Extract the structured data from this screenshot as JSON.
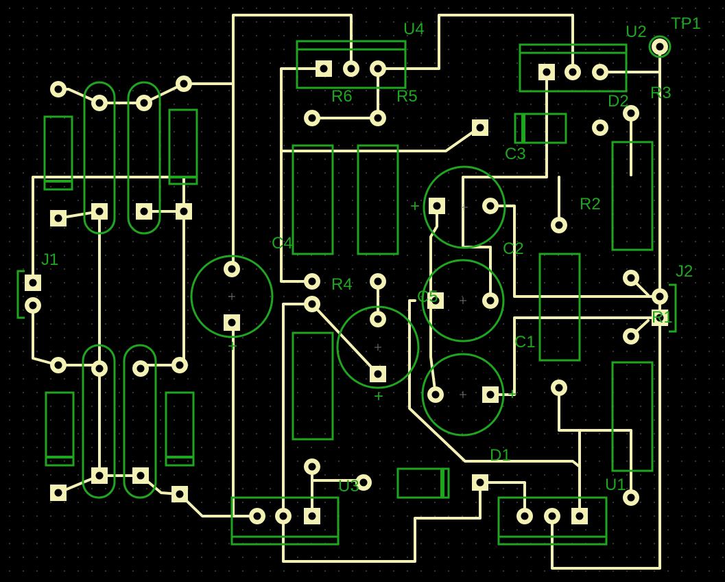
{
  "board": {
    "colors": {
      "background": "#000000",
      "grid": "#3a3a3a",
      "copper": "#f4f1b4",
      "silkscreen": "#1fa51f"
    },
    "components": [
      {
        "ref": "U4",
        "kind": "regulator"
      },
      {
        "ref": "U2",
        "kind": "regulator"
      },
      {
        "ref": "TP1",
        "kind": "test-point"
      },
      {
        "ref": "R6",
        "kind": "resistor"
      },
      {
        "ref": "R5",
        "kind": "resistor"
      },
      {
        "ref": "R3",
        "kind": "resistor"
      },
      {
        "ref": "D2",
        "kind": "diode"
      },
      {
        "ref": "C3",
        "kind": "capacitor"
      },
      {
        "ref": "R2",
        "kind": "resistor"
      },
      {
        "ref": "C4",
        "kind": "capacitor"
      },
      {
        "ref": "C2",
        "kind": "capacitor"
      },
      {
        "ref": "J1",
        "kind": "connector"
      },
      {
        "ref": "J2",
        "kind": "connector"
      },
      {
        "ref": "R4",
        "kind": "resistor"
      },
      {
        "ref": "C5",
        "kind": "capacitor"
      },
      {
        "ref": "R1",
        "kind": "resistor"
      },
      {
        "ref": "C1",
        "kind": "capacitor"
      },
      {
        "ref": "D1",
        "kind": "diode"
      },
      {
        "ref": "U3",
        "kind": "regulator"
      },
      {
        "ref": "U1",
        "kind": "regulator"
      }
    ],
    "polarity_marks": {
      "plus": "+"
    }
  }
}
